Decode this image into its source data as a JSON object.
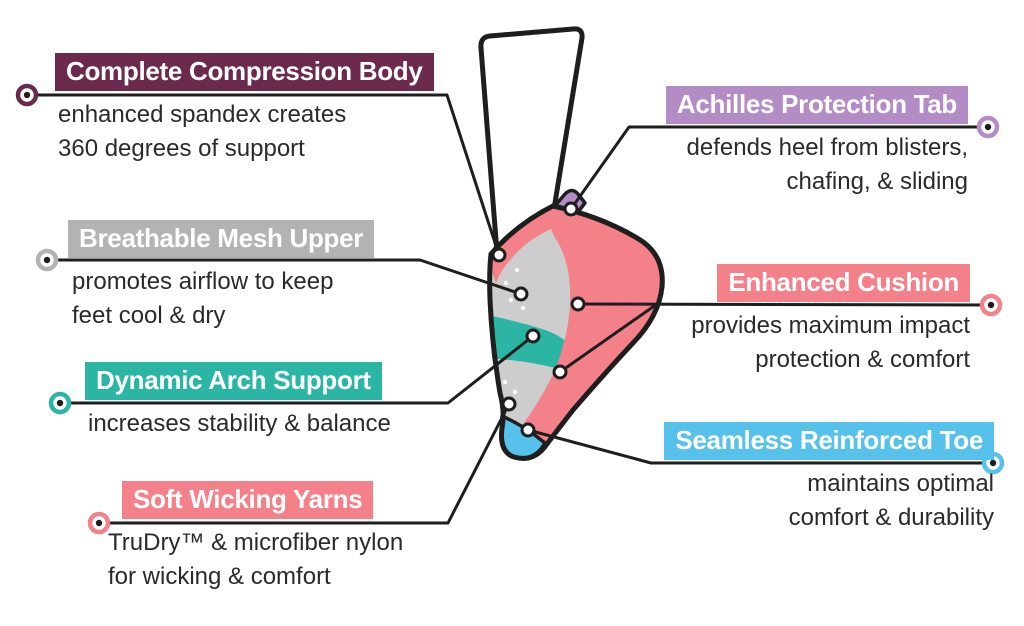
{
  "diagram": {
    "subject": "ankle sock feature infographic",
    "callouts": [
      {
        "id": "compression",
        "label": "Complete Compression Body",
        "desc": [
          "enhanced spandex creates",
          "360 degrees of support"
        ],
        "color": "#6B2A4D"
      },
      {
        "id": "mesh",
        "label": "Breathable Mesh Upper",
        "desc": [
          "promotes airflow to keep",
          "feet cool & dry"
        ],
        "color": "#B3B3B3"
      },
      {
        "id": "arch",
        "label": "Dynamic Arch Support",
        "desc": [
          "increases stability & balance"
        ],
        "color": "#2BB5A5"
      },
      {
        "id": "wicking",
        "label": "Soft Wicking Yarns",
        "desc": [
          "TruDry™ & microfiber nylon",
          "for wicking & comfort"
        ],
        "color": "#F4808A"
      },
      {
        "id": "achilles",
        "label": "Achilles Protection Tab",
        "desc": [
          "defends heel from blisters,",
          "chafing, & sliding"
        ],
        "color": "#B48CC5"
      },
      {
        "id": "cushion",
        "label": "Enhanced Cushion",
        "desc": [
          "provides maximum impact",
          "protection & comfort"
        ],
        "color": "#F4808A"
      },
      {
        "id": "toe",
        "label": "Seamless Reinforced Toe",
        "desc": [
          "maintains optimal",
          "comfort & durability"
        ],
        "color": "#56C1EA"
      }
    ],
    "colors": {
      "maroon": "#6B2A4D",
      "gray_header": "#B3B3B3",
      "teal": "#2BB5A5",
      "coral": "#F4808A",
      "purple": "#B48CC5",
      "blue": "#56C1EA",
      "sock_gray": "#CDCDCD",
      "leg_white": "#FFFFFF",
      "line": "#1E1E1E",
      "text": "#2B2A2A"
    }
  }
}
